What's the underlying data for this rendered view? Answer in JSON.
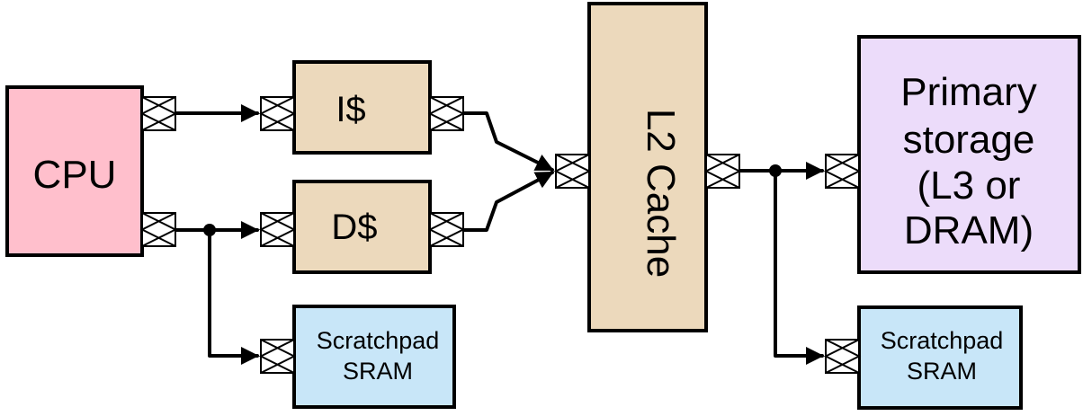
{
  "colors": {
    "cpu": "#ffbfcc",
    "cache": "#ecd9bc",
    "l2": "#ecd9bc",
    "scratchpad": "#c8e6f8",
    "primary": "#ecdcfa",
    "line": "#000000"
  },
  "blocks": {
    "cpu": {
      "label": "CPU"
    },
    "icache": {
      "label": "I$"
    },
    "dcache": {
      "label": "D$"
    },
    "l2": {
      "label": "L2 Cache"
    },
    "scratchpad_left": {
      "line1": "Scratchpad",
      "line2": "SRAM"
    },
    "primary": {
      "line1": "Primary",
      "line2": "storage",
      "line3": "(L3 or",
      "line4": "DRAM)"
    },
    "scratchpad_right": {
      "line1": "Scratchpad",
      "line2": "SRAM"
    }
  }
}
